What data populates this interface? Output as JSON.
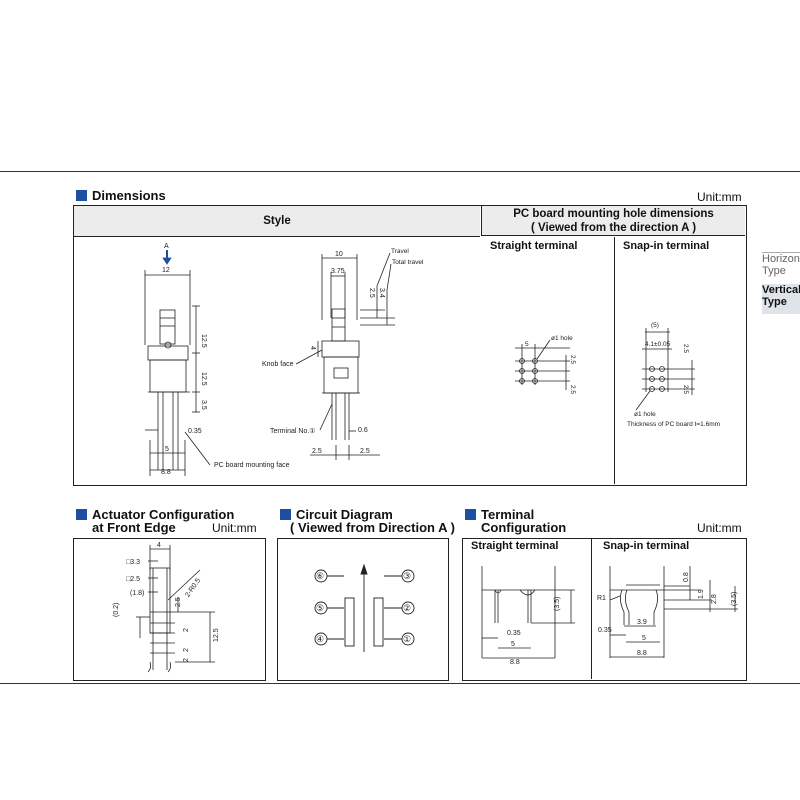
{
  "dimensions": {
    "title": "Dimensions",
    "unit": "Unit:mm",
    "style_header": "Style",
    "pcb_header_line1": "PC board mounting hole dimensions",
    "pcb_header_line2": "( Viewed from the direction A )",
    "straight_terminal": "Straight terminal",
    "snapin_terminal": "Snap-in terminal",
    "labels": {
      "direction_a": "A",
      "d12": "12",
      "d12_5a": "12.5",
      "d12_5b": "12.5",
      "d3_5": "3.5",
      "d0_35": "0.35",
      "d5": "5",
      "d8_8": "8.8",
      "pc_face": "PC board mounting face",
      "d10": "10",
      "d3_75": "3.75",
      "travel": "Travel",
      "total_travel": "Total travel",
      "d2_5": "2.5",
      "d3_4": "3.4",
      "knob_face": "Knob face",
      "d4": "4",
      "terminal_no": "Terminal No.①",
      "d0_6": "0.6",
      "d2_5a": "2.5",
      "d2_5b": "2.5"
    },
    "straight_labels": {
      "hole": "ø1 hole",
      "d5": "5",
      "d2_5a": "2.5",
      "d2_5b": "2.5"
    },
    "snapin_labels": {
      "d5p": "(5)",
      "d4_1": "4.1±0.05",
      "d2_5a": "2.5",
      "d2_5b": "2.5",
      "hole": "ø1 hole",
      "thickness": "Thickness of PC board t=1.6mm"
    }
  },
  "actuator": {
    "title_line1": "Actuator Configuration",
    "title_line2": "at Front Edge",
    "unit": "Unit:mm",
    "labels": {
      "d4": "4",
      "sq3_3": "□3.3",
      "sq2_5": "□2.5",
      "d1_8": "(1.8)",
      "d0_2": "(0.2)",
      "d2_r05": "2-R0.5",
      "d2_5": "2.5",
      "d12_5": "12.5",
      "d2a": "2",
      "d2b": "2",
      "d2c": "2"
    }
  },
  "circuit": {
    "title_line1": "Circuit Diagram",
    "title_line2": "( Viewed from Direction A )",
    "pins": [
      "⑥",
      "⑤",
      "④",
      "③",
      "②",
      "①"
    ]
  },
  "terminal": {
    "title_line1": "Terminal",
    "title_line2": "Configuration",
    "unit": "Unit:mm",
    "straight": "Straight terminal",
    "snapin": "Snap-in terminal",
    "straight_labels": {
      "d3_5": "(3.5)",
      "d0_35": "0.35",
      "d5": "5",
      "d8_8": "8.8"
    },
    "snapin_labels": {
      "r1": "R1",
      "d0_8": "0.8",
      "d1_9": "1.9",
      "d2_8": "2.8",
      "d3_5": "(3.5)",
      "d3_9": "3.9",
      "d0_35": "0.35",
      "d5": "5",
      "d8_8": "8.8"
    }
  },
  "side_tabs": [
    {
      "line1": "Horizontal",
      "line2": "Type"
    },
    {
      "line1": "Vertical",
      "line2": "Type"
    }
  ]
}
